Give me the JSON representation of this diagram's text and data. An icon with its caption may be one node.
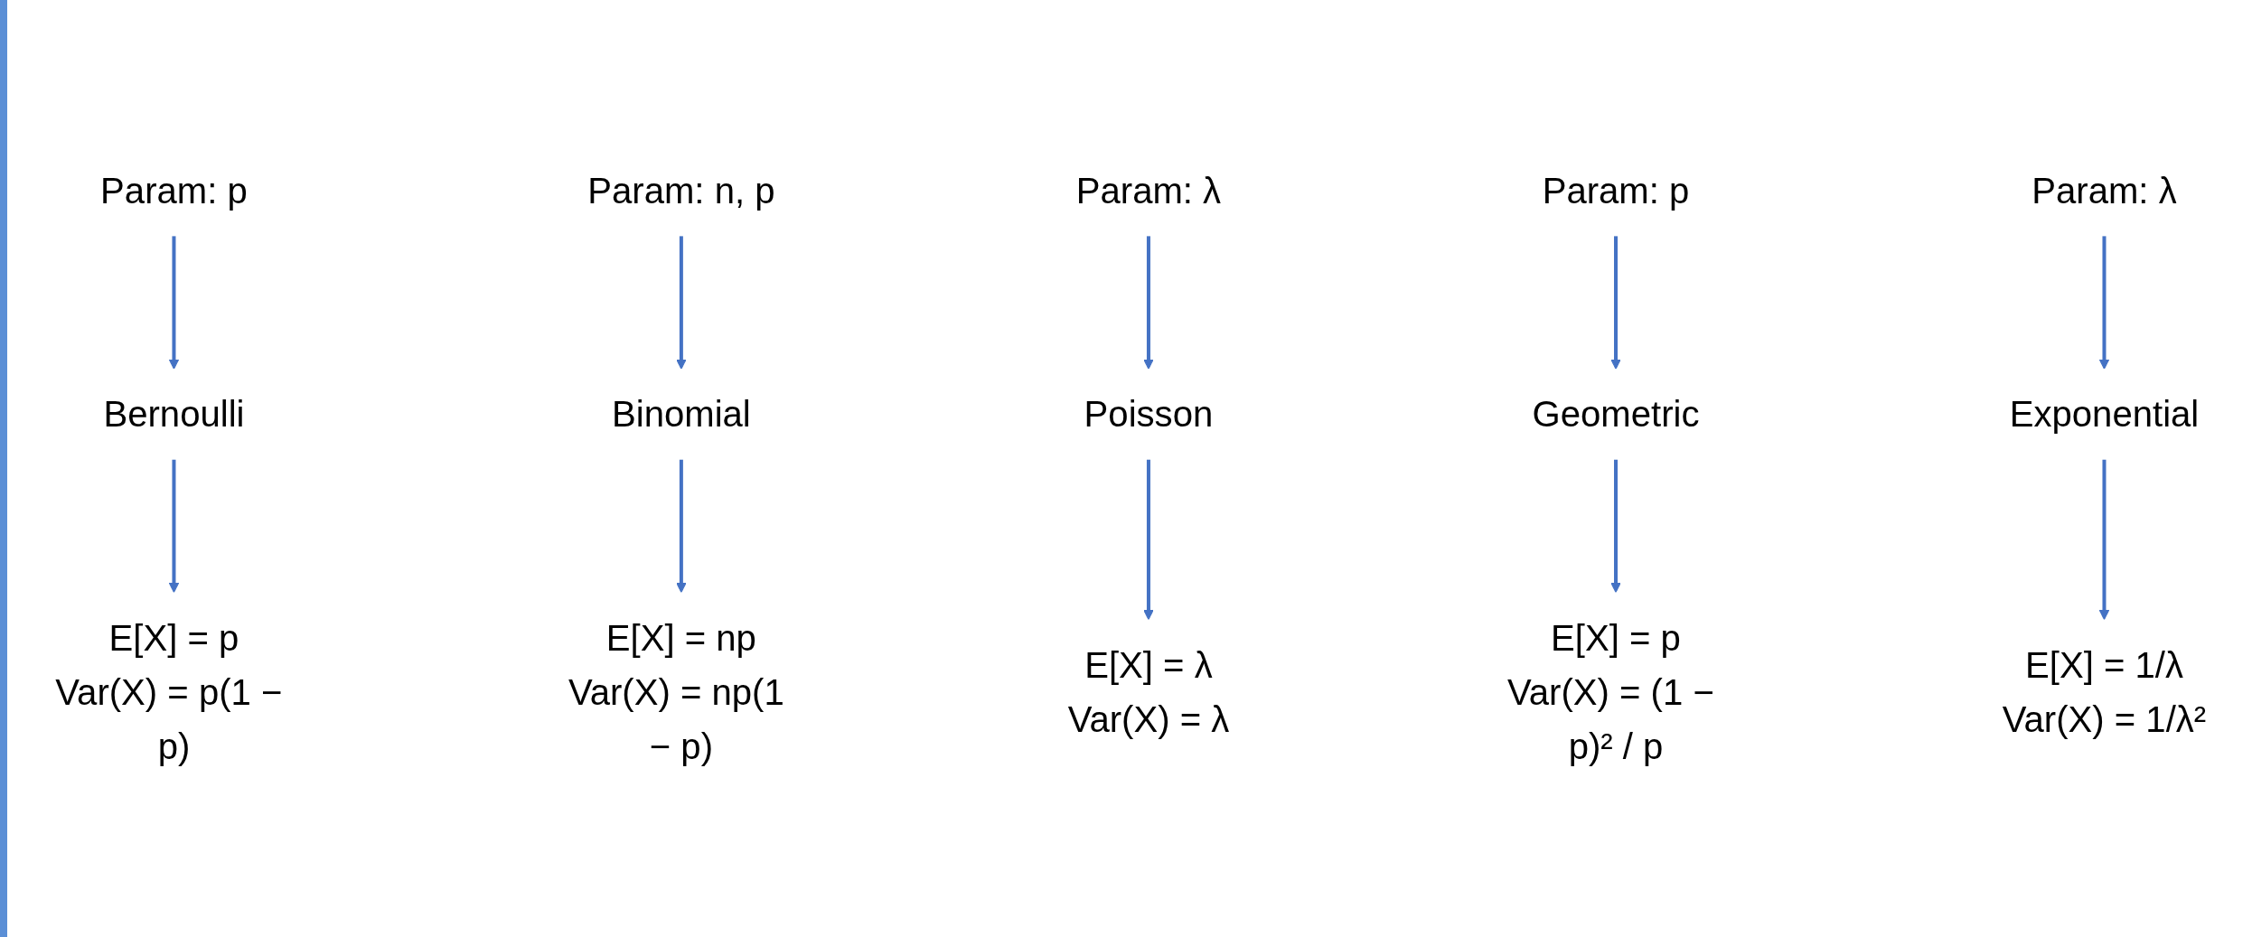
{
  "diagram": {
    "nodes": [
      {
        "text": [
          "Param: p"
        ]
      },
      {
        "text": [
          "Bernoulli"
        ]
      },
      {
        "text": [
          "E[X] = p",
          "Var(X) = p(1 − p)"
        ]
      },
      {
        "text": [
          "Param: n, p"
        ]
      },
      {
        "text": [
          "Binomial"
        ]
      },
      {
        "text": [
          "E[X] = np",
          "Var(X) = np(1 − p)"
        ]
      },
      {
        "text": [
          "Param: λ"
        ]
      },
      {
        "text": [
          "Poisson"
        ]
      },
      {
        "text": [
          "E[X] = λ",
          "Var(X) = λ"
        ]
      },
      {
        "text": [
          "Param: p"
        ]
      },
      {
        "text": [
          "Geometric"
        ]
      },
      {
        "text": [
          "E[X] = p",
          "Var(X) = (1 − p)² / p"
        ]
      },
      {
        "text": [
          "Param: λ"
        ]
      },
      {
        "text": [
          "Exponential"
        ]
      },
      {
        "text": [
          "E[X] = 1/λ",
          "Var(X) = 1/λ²"
        ]
      }
    ],
    "edges": [
      {
        "from": 0,
        "to": 1,
        "arrow": "to"
      },
      {
        "from": 1,
        "to": 2,
        "arrow": "to"
      },
      {
        "from": 3,
        "to": 4,
        "arrow": "to"
      },
      {
        "from": 4,
        "to": 5,
        "arrow": "to"
      },
      {
        "from": 6,
        "to": 7,
        "arrow": "to"
      },
      {
        "from": 7,
        "to": 8,
        "arrow": "to"
      },
      {
        "from": 9,
        "to": 10,
        "arrow": "to"
      },
      {
        "from": 10,
        "to": 11,
        "arrow": "to"
      },
      {
        "from": 12,
        "to": 13,
        "arrow": "to"
      },
      {
        "from": 13,
        "to": 14,
        "arrow": "to"
      }
    ]
  }
}
